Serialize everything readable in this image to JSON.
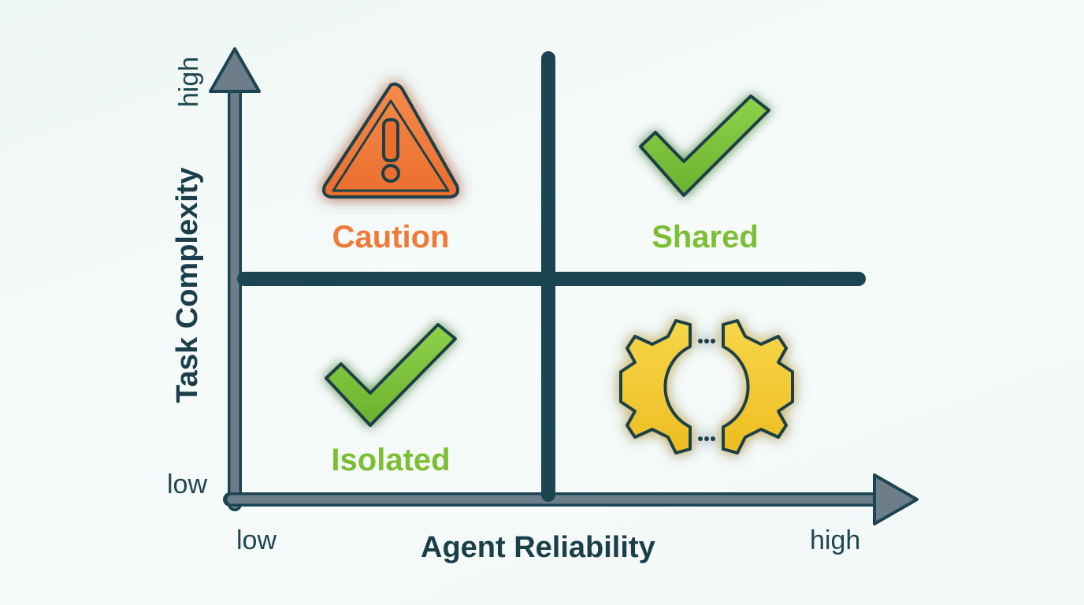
{
  "y_axis": {
    "title": "Task Complexity",
    "low_label": "low",
    "high_label": "high"
  },
  "x_axis": {
    "title": "Agent Reliability",
    "low_label": "low",
    "high_label": "high"
  },
  "quadrants": {
    "top_left": {
      "label": "Caution",
      "icon": "warning-triangle-icon",
      "color": "#ef7b3a"
    },
    "top_right": {
      "label": "Shared",
      "icon": "checkmark-icon",
      "color": "#7cbf35"
    },
    "bottom_left": {
      "label": "Isolated",
      "icon": "checkmark-icon",
      "color": "#7cbf35"
    },
    "bottom_right": {
      "label": "",
      "icon": "split-gear-icon",
      "color": "#f2c62c"
    }
  },
  "colors": {
    "axis": "#1b4550",
    "axis_arrow": "#6d7e8a",
    "warning": "#ef7b3a",
    "success": "#7cbf35",
    "gear": "#f2c62c"
  }
}
